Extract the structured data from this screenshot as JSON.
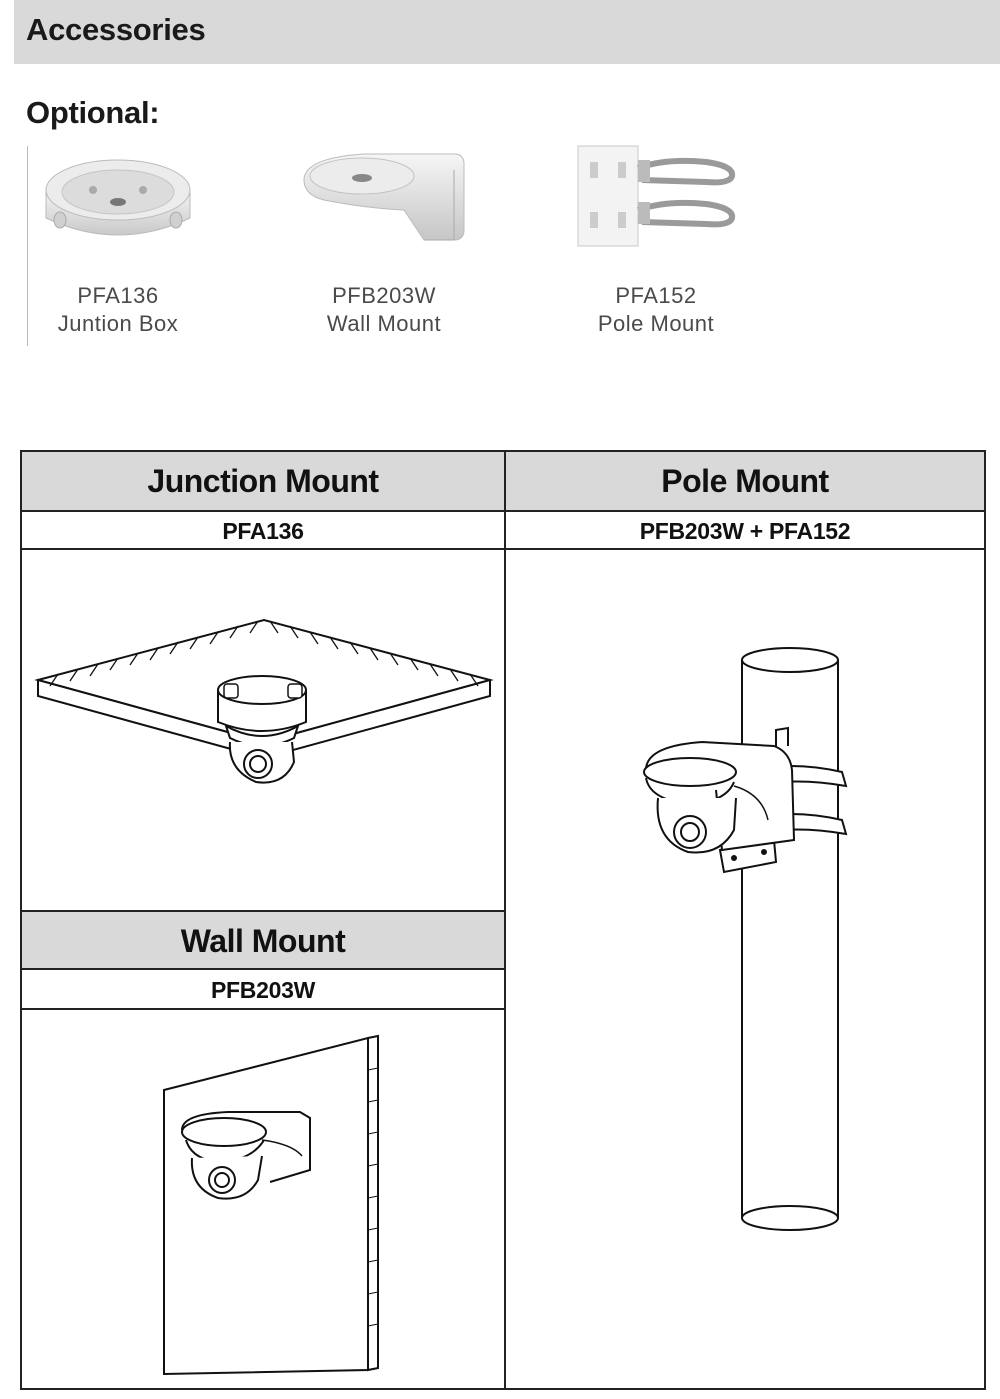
{
  "header": {
    "title": "Accessories"
  },
  "optional": {
    "label": "Optional:",
    "items": [
      {
        "model": "PFA136",
        "name": "Juntion Box",
        "icon": "junction-box-icon"
      },
      {
        "model": "PFB203W",
        "name": "Wall Mount",
        "icon": "wall-mount-icon"
      },
      {
        "model": "PFA152",
        "name": "Pole Mount",
        "icon": "pole-mount-icon"
      }
    ]
  },
  "table": {
    "junction": {
      "title": "Junction Mount",
      "model": "PFA136"
    },
    "pole": {
      "title": "Pole Mount",
      "model": "PFB203W + PFA152"
    },
    "wall": {
      "title": "Wall Mount",
      "model": "PFB203W"
    }
  }
}
